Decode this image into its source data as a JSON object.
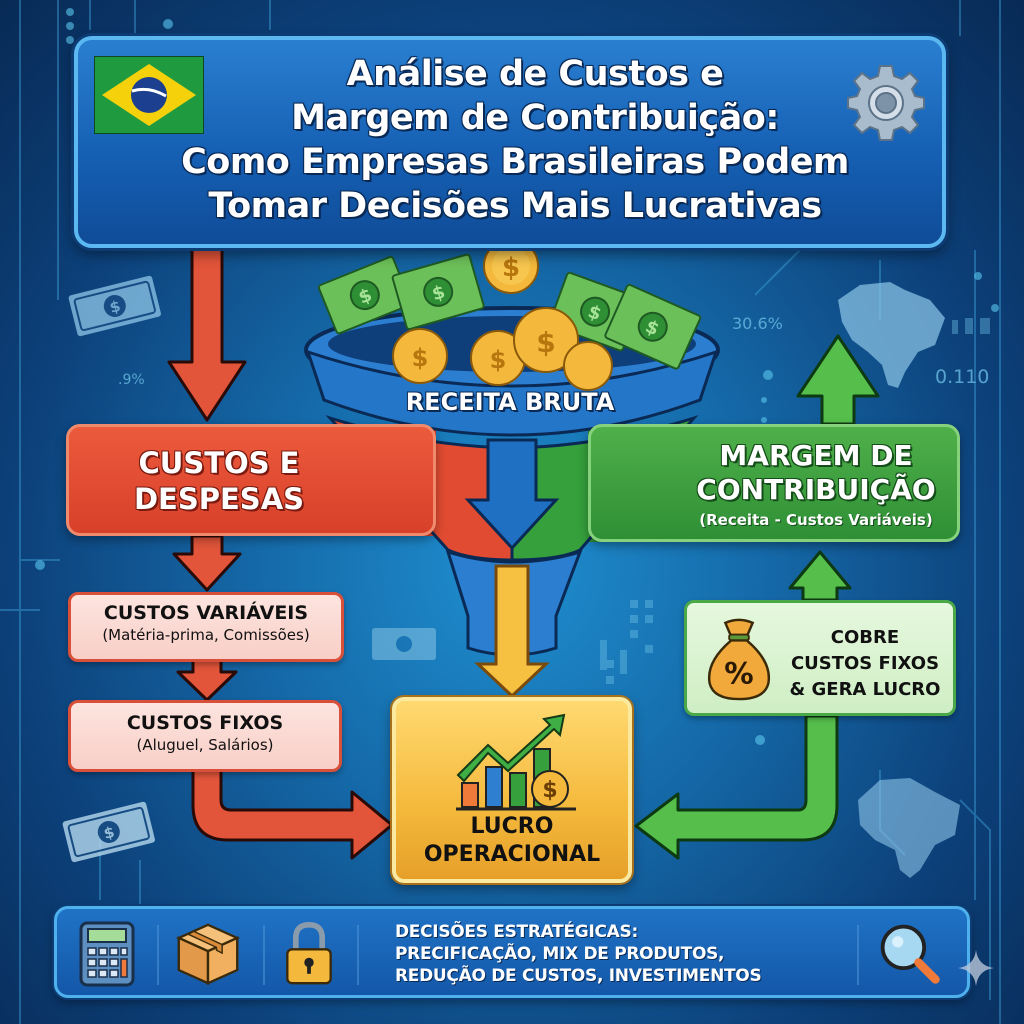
{
  "title": {
    "line1": "Análise de Custos e",
    "line2": "Margem de Contribuição:",
    "line3": "Como Empresas Brasileiras Podem",
    "line4": "Tomar Decisões Mais Lucrativas",
    "left_icon": "brazil-flag-icon",
    "right_icon": "gear-icon"
  },
  "funnel": {
    "label": "RECEITA BRUTA",
    "icons": [
      "banknote-icon",
      "coin-icon"
    ]
  },
  "costs": {
    "title_line1": "CUSTOS E",
    "title_line2": "DESPESAS",
    "color": "#d8402a",
    "variable": {
      "title": "CUSTOS VARIÁVEIS",
      "examples": "(Matéria-prima, Comissões)"
    },
    "fixed": {
      "title": "CUSTOS FIXOS",
      "examples": "(Aluguel, Salários)"
    }
  },
  "margin": {
    "title_line1": "MARGEM DE",
    "title_line2": "CONTRIBUIÇÃO",
    "formula": "(Receita - Custos Variáveis)",
    "color": "#2f8f35",
    "covers": {
      "line1": "COBRE",
      "line2": "CUSTOS FIXOS",
      "line3": "& GERA LUCRO",
      "icon": "money-bag-percent-icon"
    }
  },
  "profit": {
    "line1": "LUCRO",
    "line2": "OPERACIONAL",
    "icon": "growth-chart-icon",
    "color": "#f4b93c"
  },
  "bottom": {
    "icons": [
      "calculator-icon",
      "box-icon",
      "padlock-icon",
      "magnifier-icon"
    ],
    "line1": "DECISÕES ESTRATÉGICAS:",
    "line2": "PRECIFICAÇÃO, MIX DE PRODUTOS,",
    "line3": "REDUÇÃO DE CUSTOS, INVESTIMENTOS"
  },
  "background_decor": {
    "stat1": "30.6%",
    "stat2": "0.110",
    "stat3": ".9%"
  }
}
